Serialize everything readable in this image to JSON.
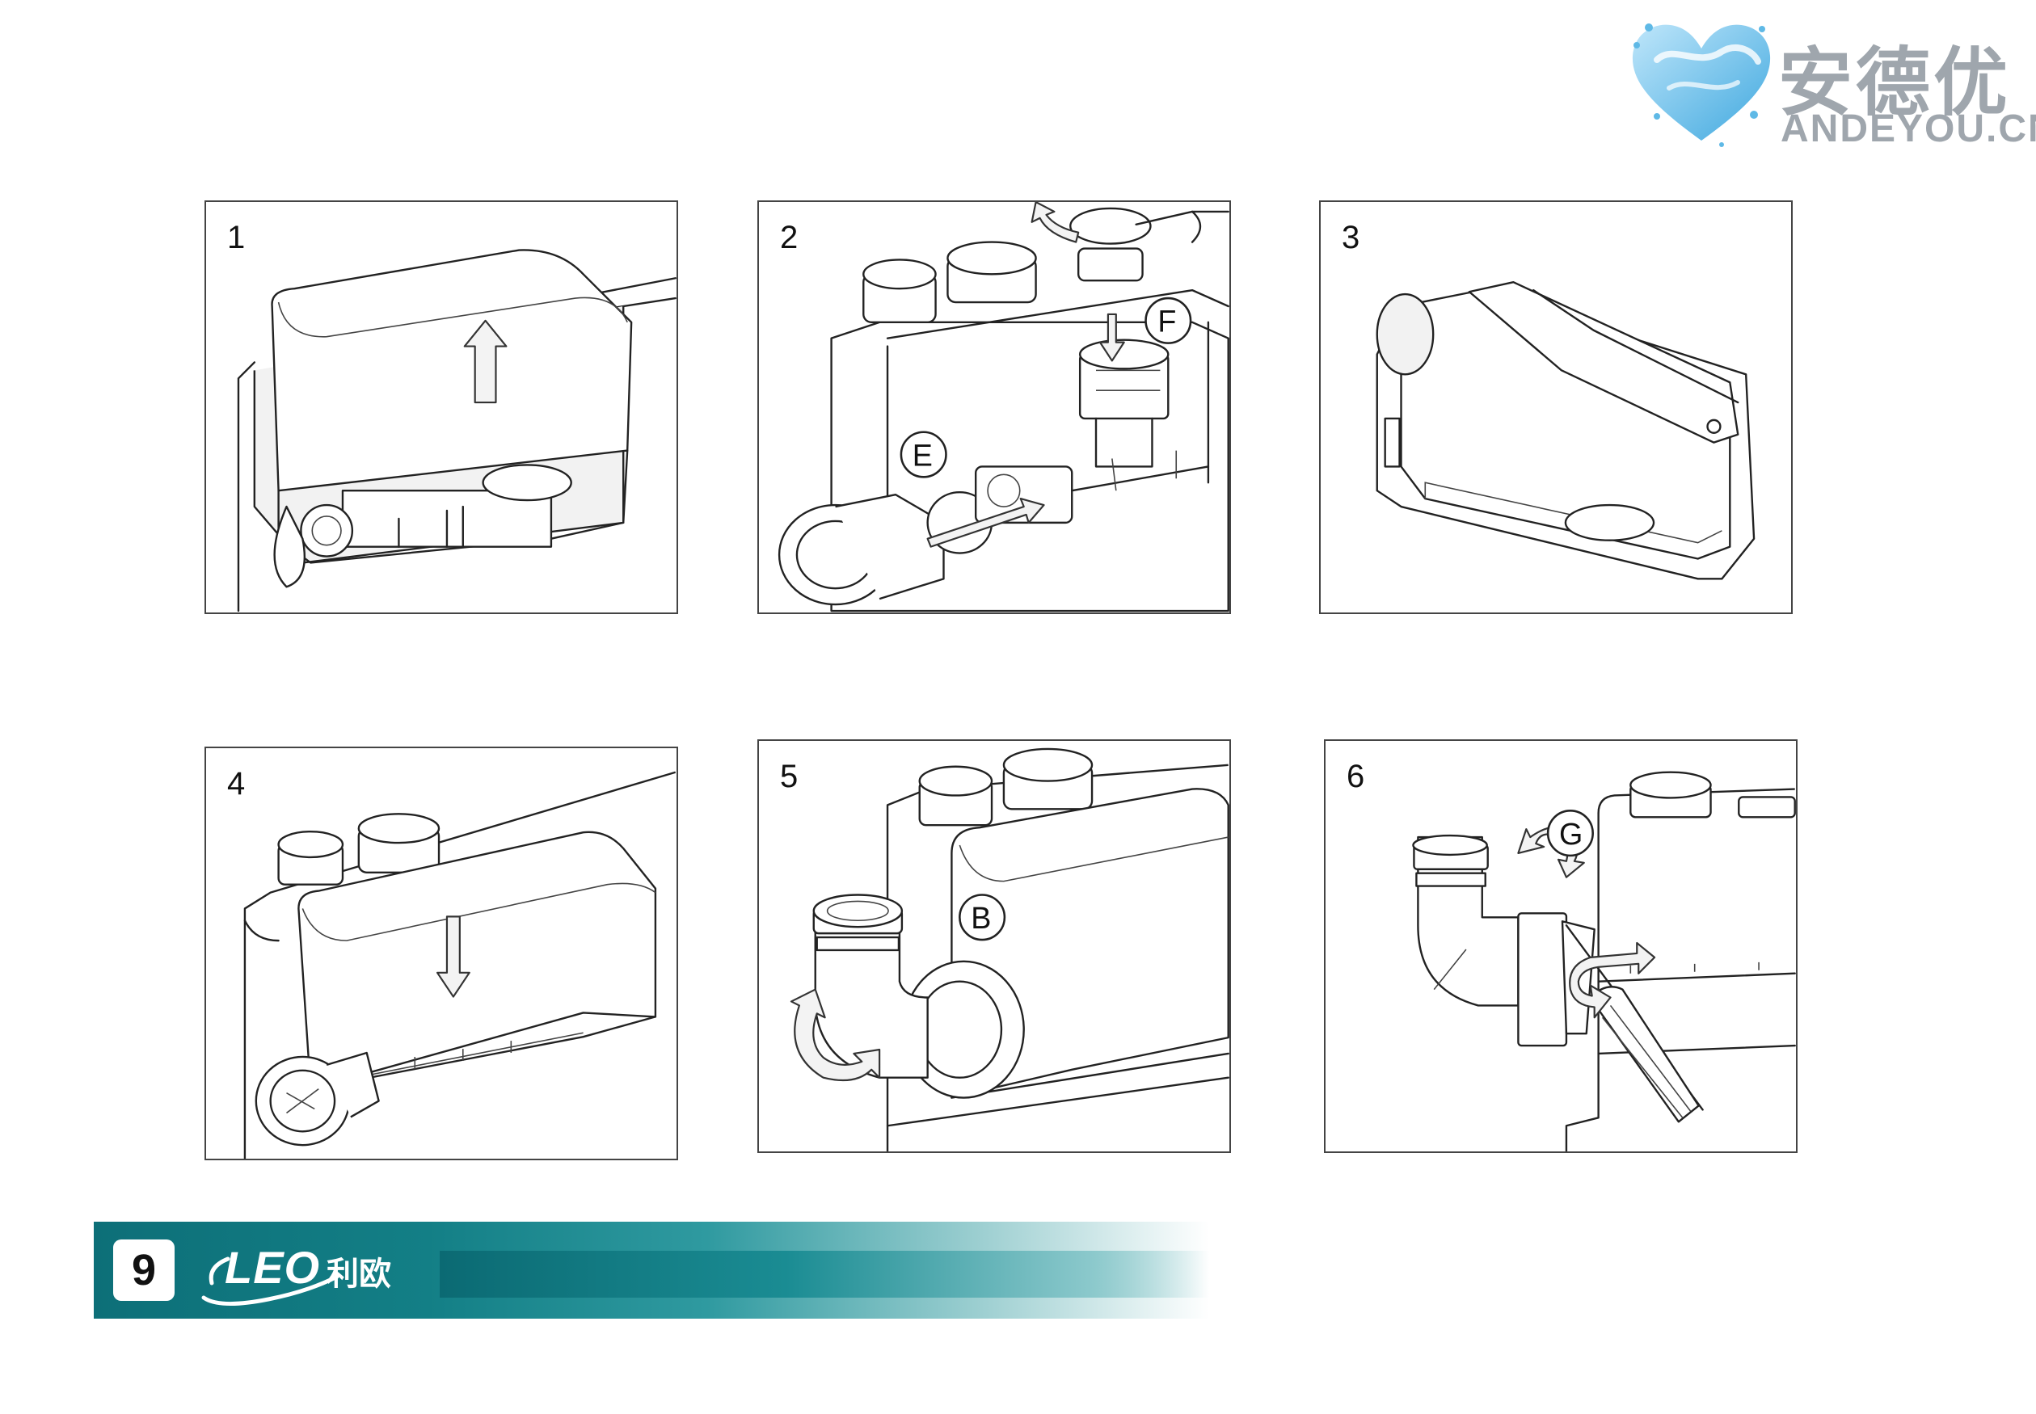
{
  "watermark": {
    "chinese": "安德优",
    "latin": "ANDEYOU.CN"
  },
  "steps": [
    {
      "number": "1",
      "callouts": []
    },
    {
      "number": "2",
      "callouts": [
        "E",
        "F"
      ]
    },
    {
      "number": "3",
      "callouts": []
    },
    {
      "number": "4",
      "callouts": []
    },
    {
      "number": "5",
      "callouts": [
        "B"
      ]
    },
    {
      "number": "6",
      "callouts": [
        "G"
      ]
    }
  ],
  "footer": {
    "page_number": "9",
    "brand_latin": "LEO",
    "brand_chinese": "利欧"
  },
  "colors": {
    "footer_teal": "#0d6f78",
    "watermark_gray": "#9fa6ad",
    "watermark_blue": "#5fb9e6"
  }
}
